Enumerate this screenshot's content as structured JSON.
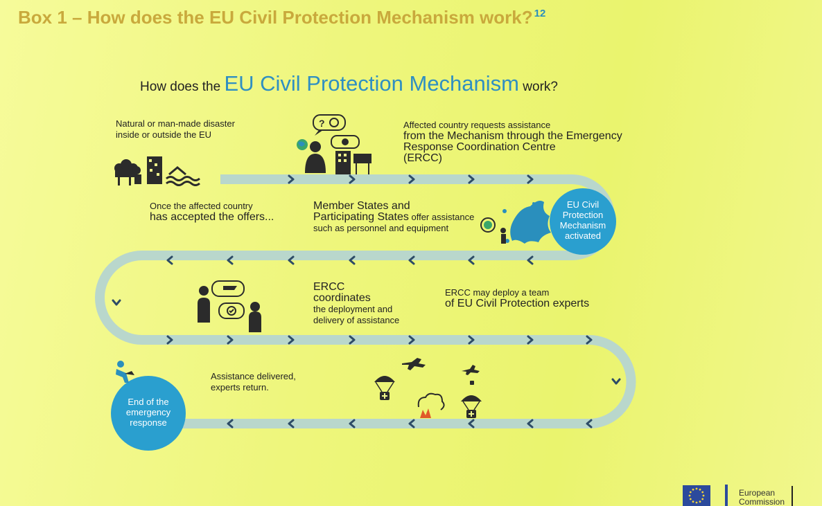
{
  "header": {
    "box_title": "Box 1 – How does the EU Civil Protection Mechanism work?",
    "footnote_ref": "12"
  },
  "infographic": {
    "title_prefix": "How does the",
    "title_highlight": "EU Civil Protection Mechanism",
    "title_suffix": "work?",
    "steps": {
      "disaster": {
        "line1": "Natural or man-made disaster",
        "line2": "inside or outside the EU"
      },
      "request": {
        "line1": "Affected country requests assistance",
        "line2": "from the Mechanism through the Emergency",
        "line3": "Response Coordination Centre",
        "line4": "(ERCC)"
      },
      "activated": {
        "line1": "EU Civil",
        "line2": "Protection",
        "line3": "Mechanism",
        "line4": "activated"
      },
      "offer": {
        "line1": "Member States and",
        "line2": "Participating States",
        "line2b": "offer assistance",
        "line3": "such as personnel and equipment"
      },
      "accepted": {
        "line1": "Once the affected country",
        "line2": "has accepted the offers..."
      },
      "coordinates": {
        "line1": "ERCC",
        "line2": "coordinates",
        "line3": "the deployment and",
        "line4": "delivery of assistance"
      },
      "deploy": {
        "line1": "ERCC may deploy a team",
        "line2": "of EU Civil Protection experts"
      },
      "delivered": {
        "line1": "Assistance delivered,",
        "line2": "experts return."
      },
      "end": {
        "line1": "End of the",
        "line2": "emergency",
        "line3": "response"
      }
    }
  },
  "footer": {
    "org_line1": "European",
    "org_line2": "Commission"
  },
  "colors": {
    "title_gold": "#c9a93c",
    "accent_blue": "#2f8fc2",
    "circle_blue": "#2a9fcf",
    "track": "#b9d7cc",
    "chevron": "#2d4b66"
  }
}
